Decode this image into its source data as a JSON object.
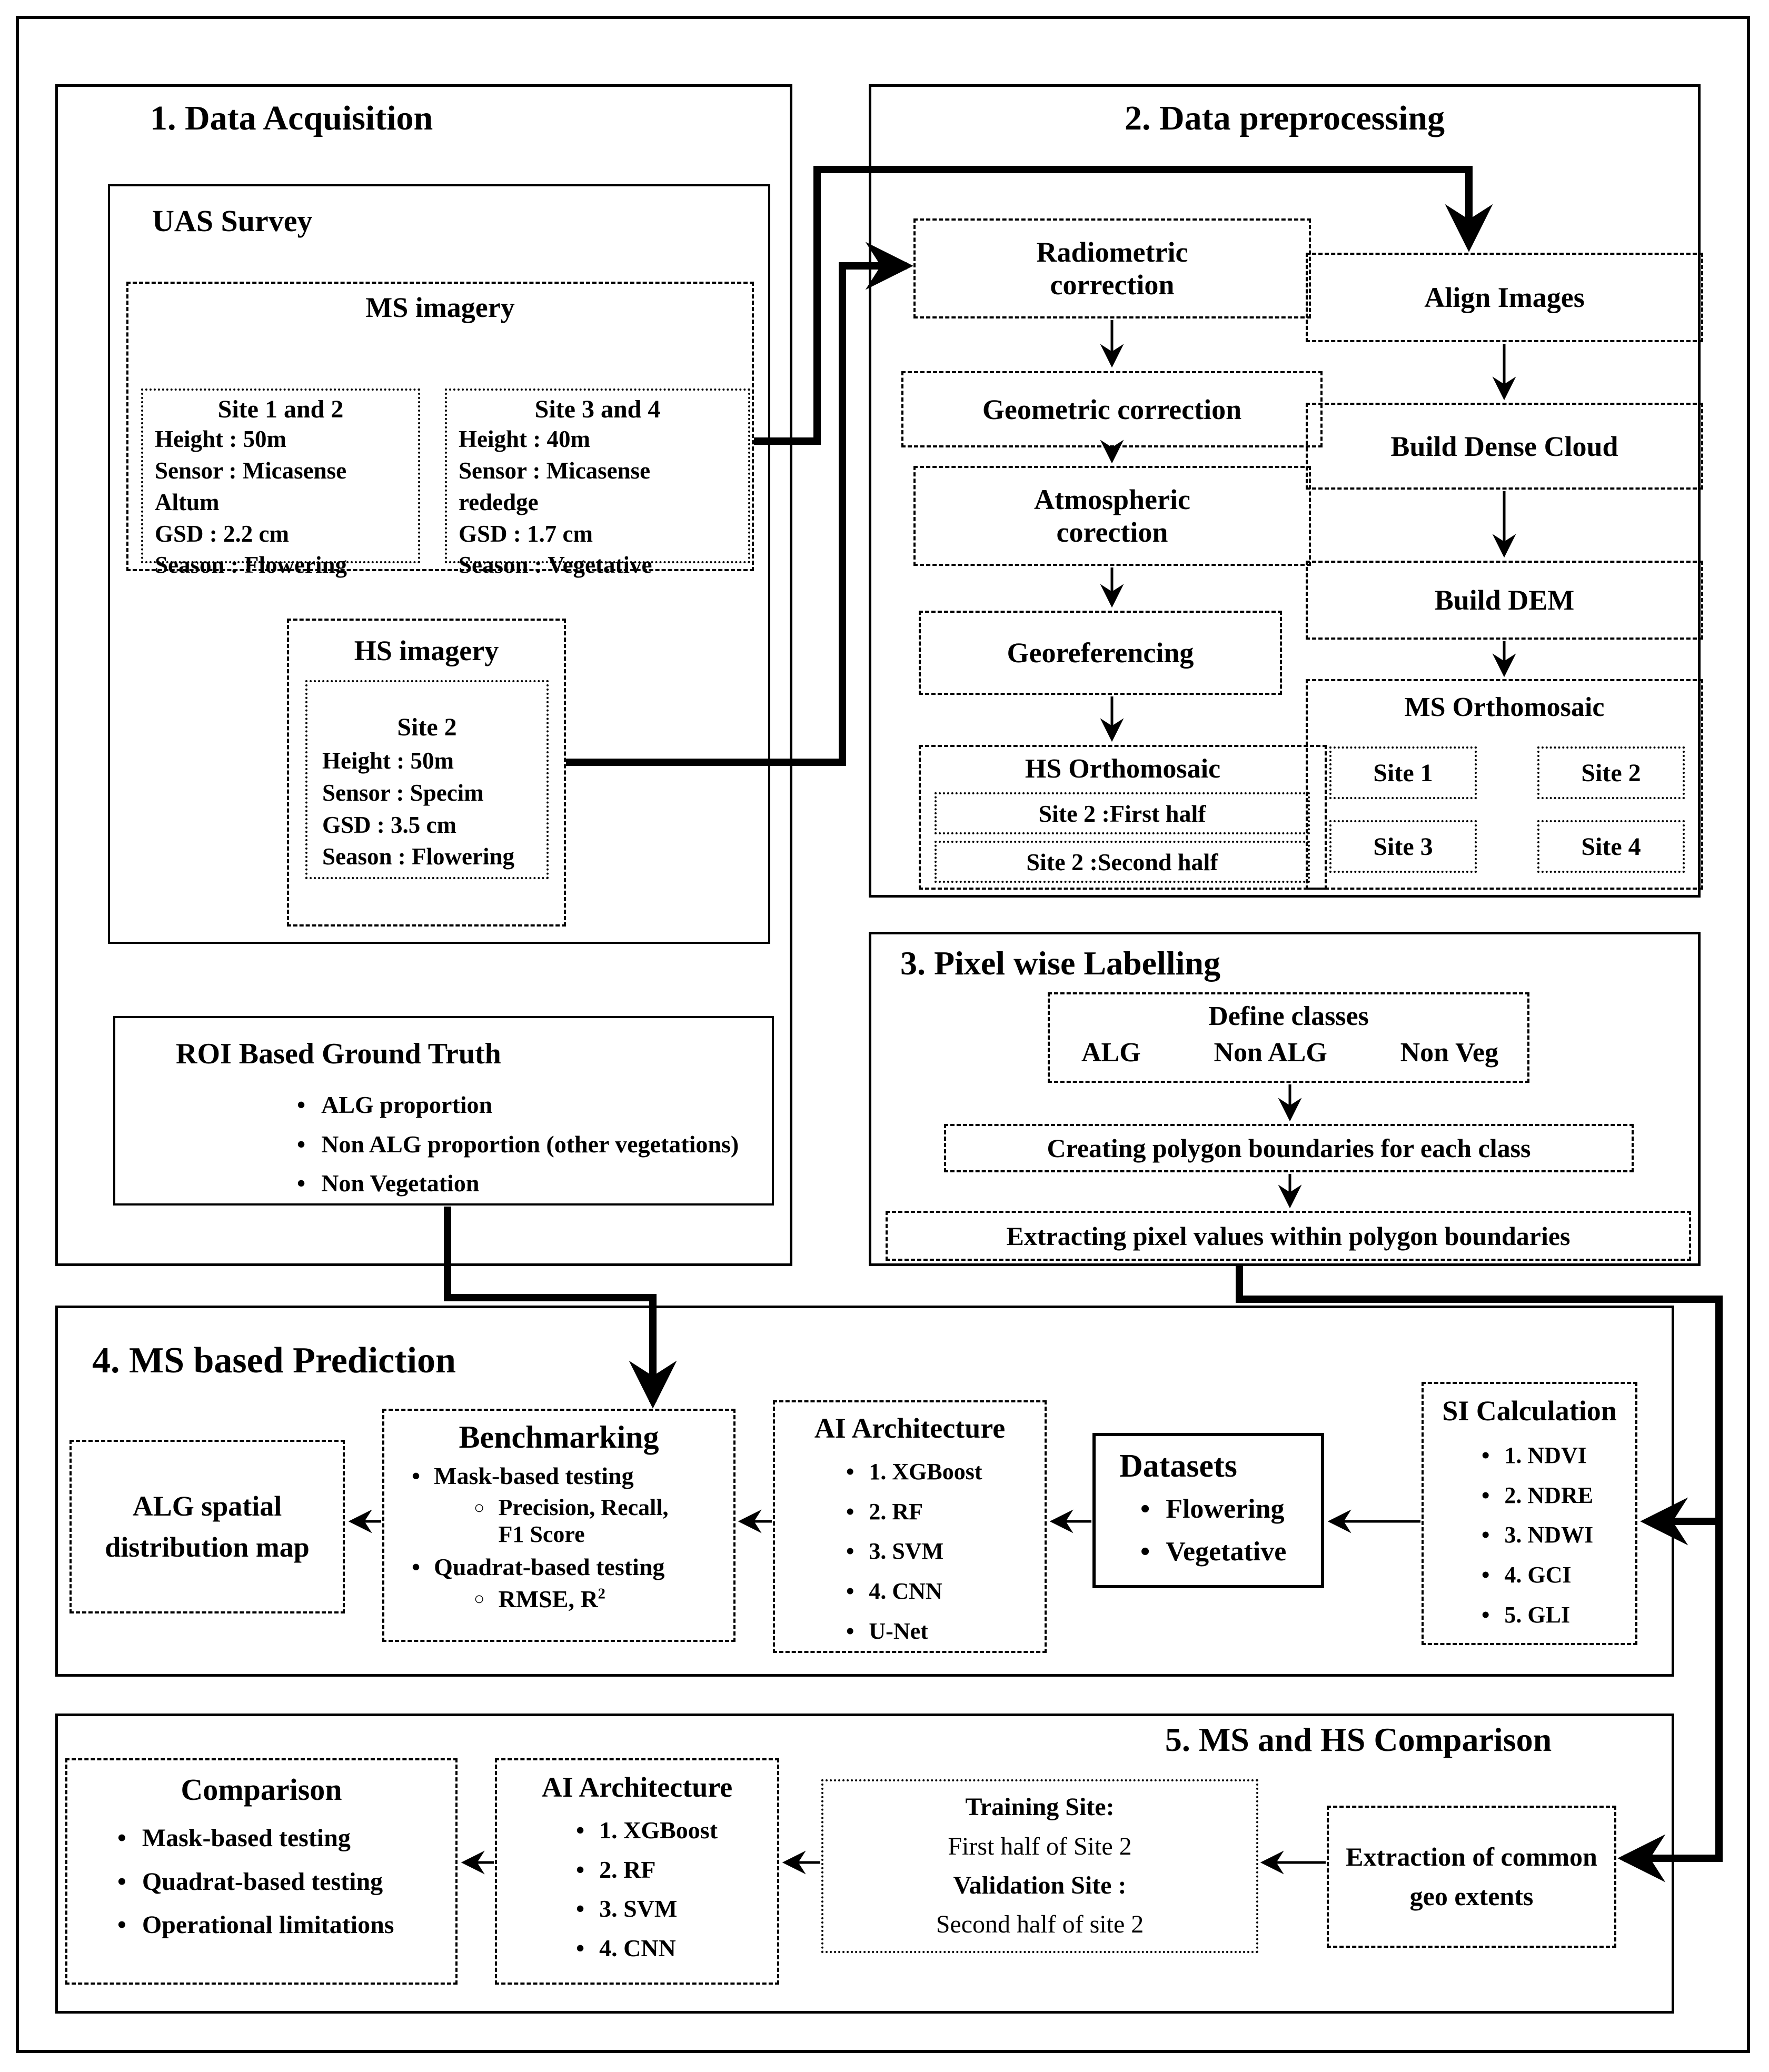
{
  "colors": {
    "ink": "#000000",
    "paper": "#ffffff"
  },
  "s1": {
    "title": "1. Data Acquisition",
    "uas_title": "UAS Survey",
    "ms_title": "MS imagery",
    "site12_title": "Site 1 and 2",
    "site12_lines": [
      "Height : 50m",
      "Sensor : Micasense",
      "Altum",
      "GSD : 2.2 cm",
      "Season : Flowering"
    ],
    "site34_title": "Site 3 and 4",
    "site34_lines": [
      "Height : 40m",
      "Sensor : Micasense",
      "rededge",
      "GSD : 1.7 cm",
      "Season : Vegetative"
    ],
    "hs_title": "HS imagery",
    "site2_title": "Site 2",
    "site2_lines": [
      "Height : 50m",
      "Sensor : Specim",
      "GSD : 3.5 cm",
      "Season : Flowering"
    ],
    "roi_title": "ROI Based Ground Truth",
    "roi_bullets": [
      "ALG proportion",
      "Non ALG proportion (other vegetations)",
      "Non Vegetation"
    ]
  },
  "s2": {
    "title": "2. Data preprocessing",
    "steps_left": [
      "Radiometric correction",
      "Geometric correction",
      "Atmospheric corection",
      "Georeferencing"
    ],
    "hs_ortho_title": "HS Orthomosaic",
    "hs_ortho_items": [
      "Site 2 :First half",
      "Site 2 :Second half"
    ],
    "steps_right": [
      "Align Images",
      "Build Dense Cloud",
      "Build DEM"
    ],
    "ms_ortho_title": "MS Orthomosaic",
    "ms_ortho_sites": [
      "Site 1",
      "Site 2",
      "Site 3",
      "Site 4"
    ]
  },
  "s3": {
    "title": "3. Pixel wise Labelling",
    "define_title": "Define classes",
    "classes": [
      "ALG",
      "Non ALG",
      "Non Veg"
    ],
    "step1": "Creating polygon boundaries for each class",
    "step2": "Extracting pixel values within polygon boundaries"
  },
  "s4": {
    "title": "4. MS based Prediction",
    "alg_map": "ALG spatial distribution map",
    "bench_title": "Benchmarking",
    "bench_b1": "Mask-based testing",
    "bench_b1_sub": "Precision, Recall, F1 Score",
    "bench_b2": "Quadrat-based testing",
    "bench_b2_sub": "RMSE, R",
    "bench_b2_sup": "2",
    "ai_title": "AI Architecture",
    "ai_items": [
      "1. XGBoost",
      "2. RF",
      "3. SVM",
      "4. CNN",
      "U-Net"
    ],
    "datasets_title": "Datasets",
    "datasets_items": [
      "Flowering",
      "Vegetative"
    ],
    "si_title": "SI Calculation",
    "si_items": [
      "1. NDVI",
      "2. NDRE",
      "3. NDWI",
      "4. GCI",
      "5. GLI"
    ]
  },
  "s5": {
    "title": "5. MS and HS Comparison",
    "comp_title": "Comparison",
    "comp_items": [
      "Mask-based testing",
      "Quadrat-based testing",
      "Operational limitations"
    ],
    "ai_title": "AI Architecture",
    "ai_items": [
      "1. XGBoost",
      "2. RF",
      "3. SVM",
      "4. CNN"
    ],
    "train_l1": "Training Site:",
    "train_l2": "First half of Site 2",
    "train_l3": "Validation Site :",
    "train_l4": "Second half of site 2",
    "extraction": "Extraction of common geo extents"
  }
}
